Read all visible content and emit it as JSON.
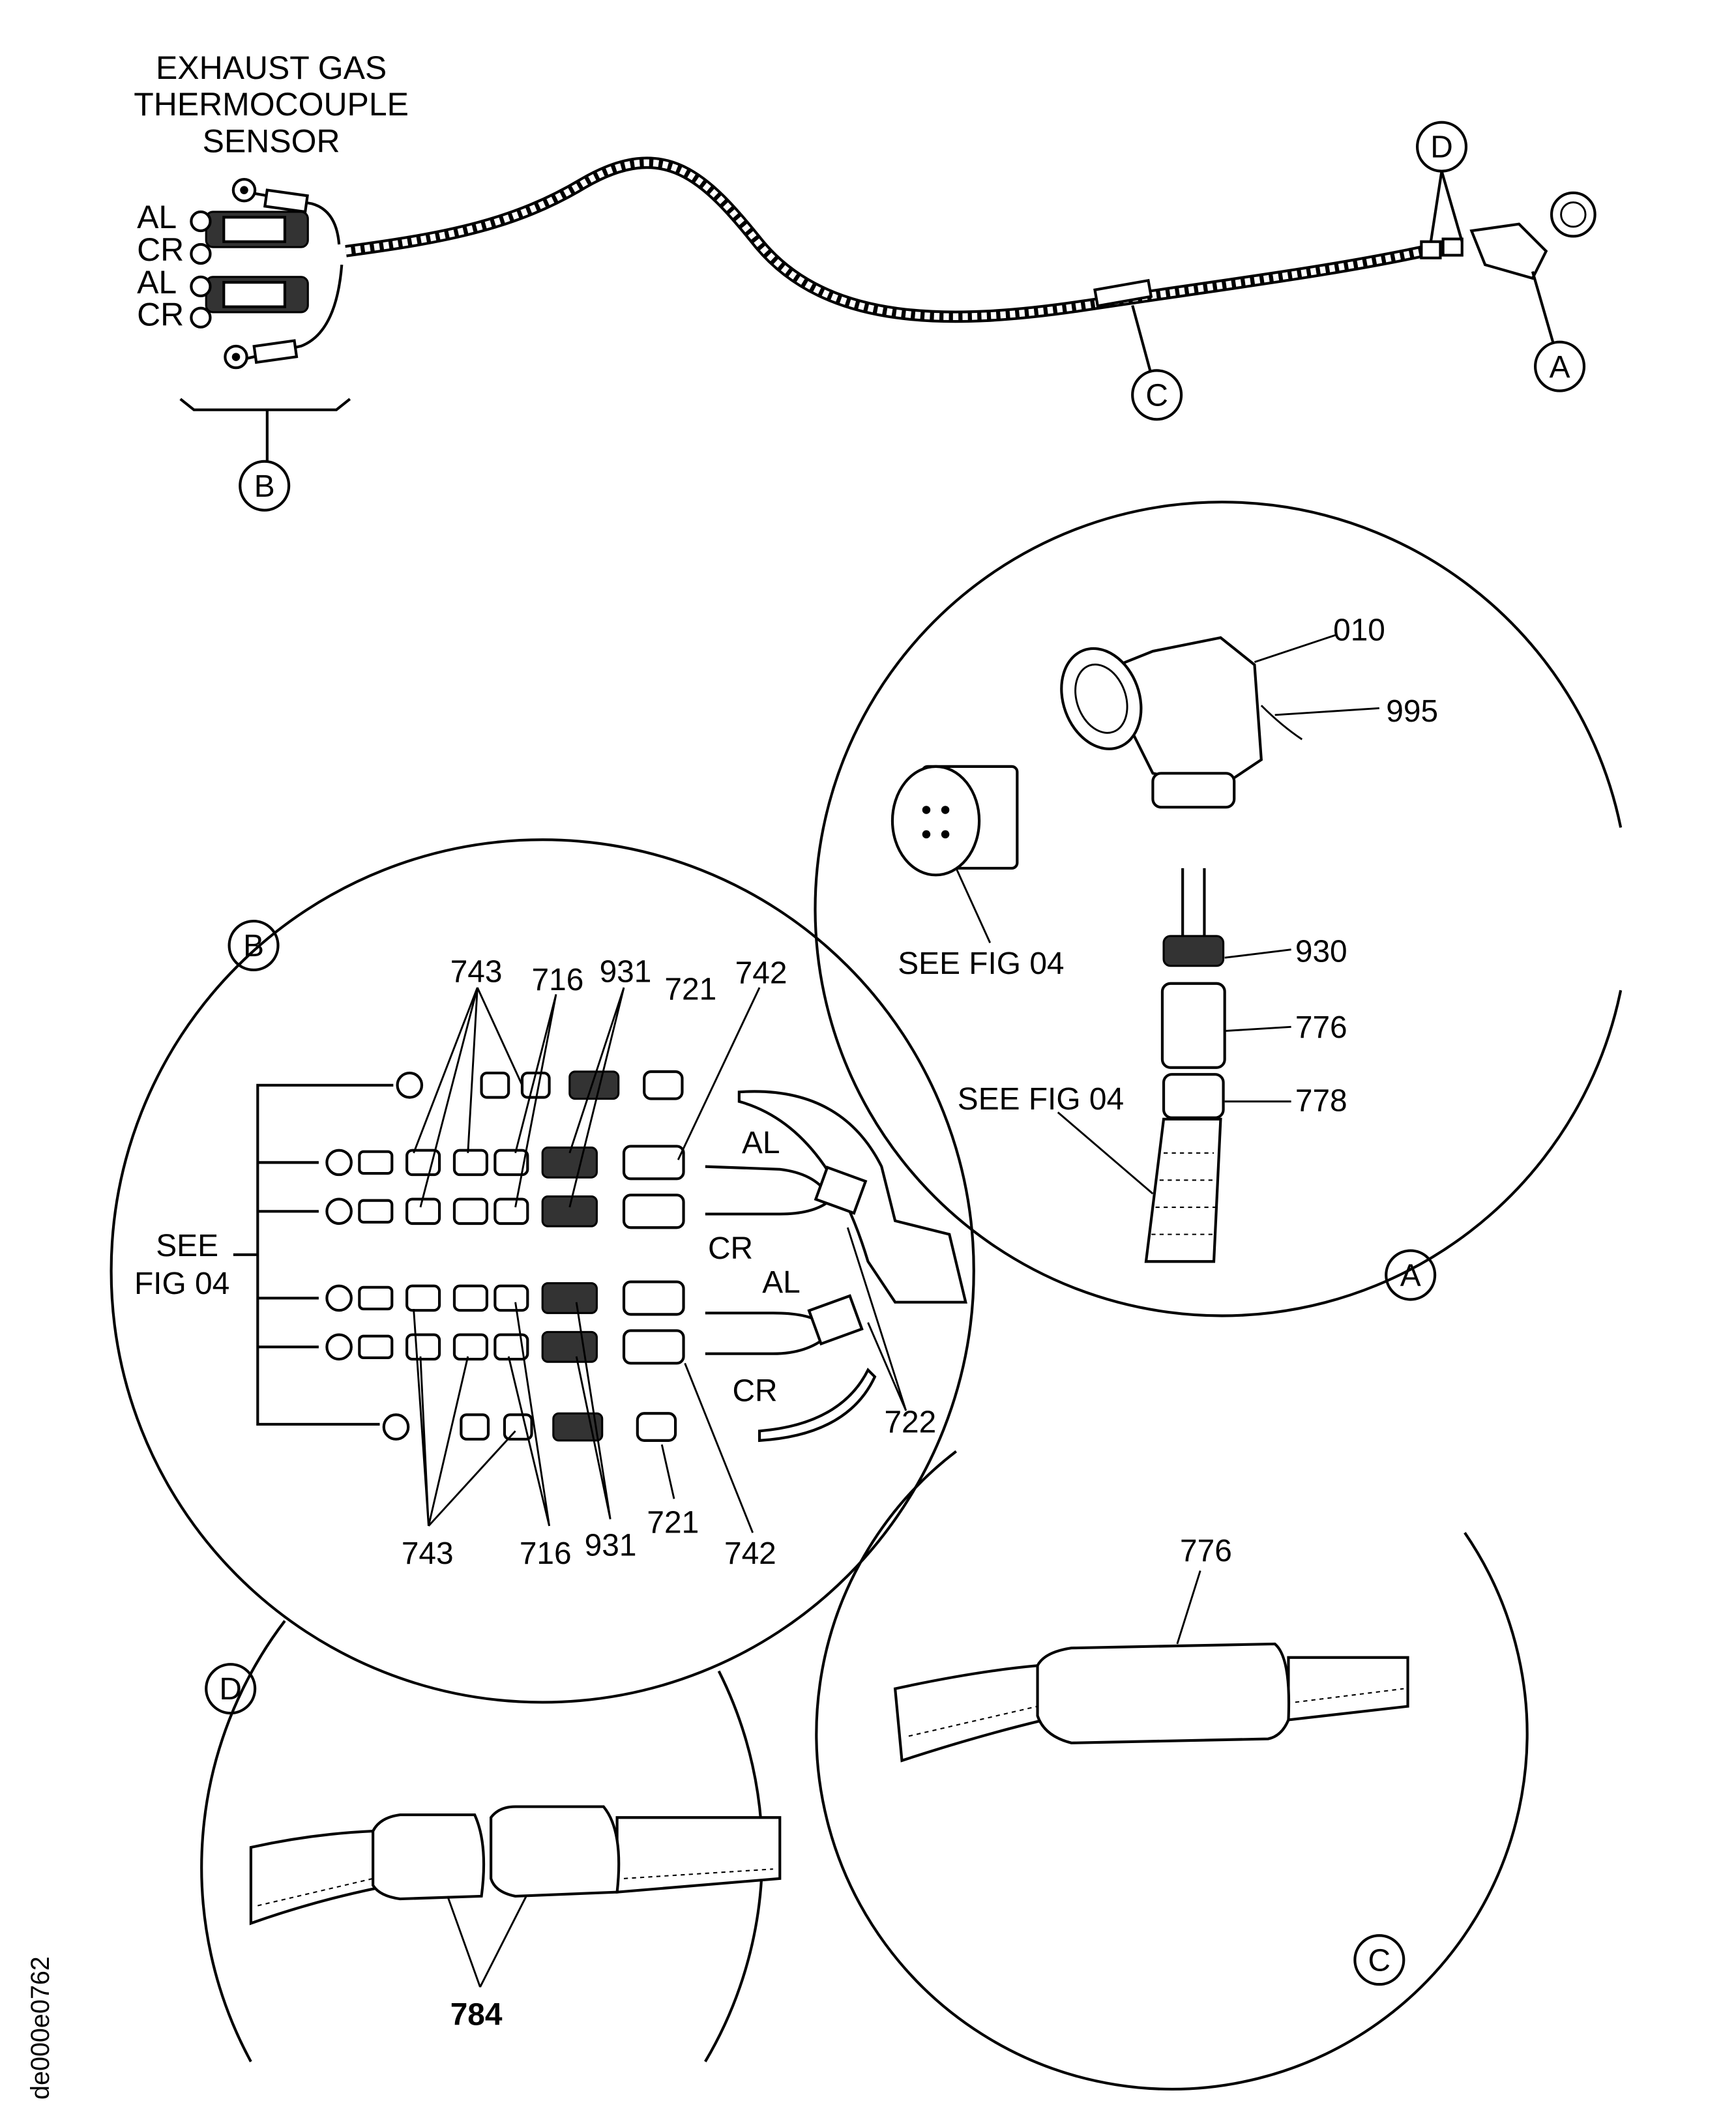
{
  "title": [
    "EXHAUST  GAS",
    "THERMOCOUPLE",
    "SENSOR"
  ],
  "overview": {
    "wire_labels": [
      "AL",
      "CR",
      "AL",
      "CR"
    ],
    "callouts": {
      "A": "A",
      "B": "B",
      "C": "C",
      "D": "D"
    }
  },
  "detail_a": {
    "callout": "A",
    "parts": {
      "p010": "010",
      "p995": "995",
      "p930": "930",
      "p776": "776",
      "p778": "778"
    },
    "see_fig_1": "SEE  FIG  04",
    "see_fig_2": "SEE  FIG  04"
  },
  "detail_b": {
    "callout": "B",
    "top_labels": {
      "p743": "743",
      "p716": "716",
      "p931": "931",
      "p721": "721",
      "p742": "742"
    },
    "bottom_labels": {
      "p743": "743",
      "p716": "716",
      "p931": "931",
      "p721": "721",
      "p742": "742"
    },
    "wire_labels": [
      "AL",
      "CR",
      "AL",
      "CR"
    ],
    "p722": "722",
    "see_fig": [
      "SEE",
      "FIG  04"
    ]
  },
  "detail_c": {
    "callout": "C",
    "p776": "776"
  },
  "detail_d": {
    "callout": "D",
    "p784": "784"
  },
  "drawing_id": "de000e0762"
}
